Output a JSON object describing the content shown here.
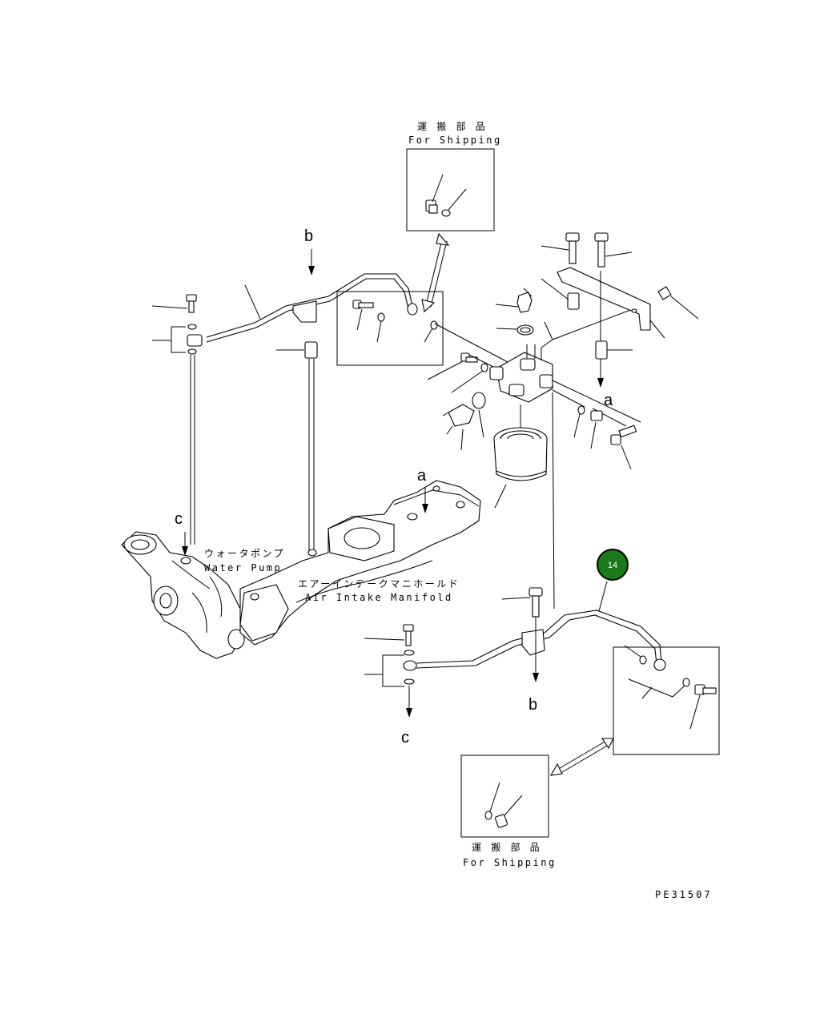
{
  "labels": {
    "shipping_top_jp": "運 搬 部 品",
    "shipping_top_en": "For Shipping",
    "shipping_bottom_jp": "運 搬 部 品",
    "shipping_bottom_en": "For Shipping",
    "water_pump_jp": "ウォータポンプ",
    "water_pump_en": "Water Pump",
    "intake_jp": "エアーインテークマニホールド",
    "intake_en": "Air Intake Manifold",
    "ref_a_top": "a",
    "ref_a_mid": "a",
    "ref_b_top": "b",
    "ref_b_bottom": "b",
    "ref_c_top": "c",
    "ref_c_bottom": "c",
    "drawing_code": "PE31507"
  },
  "callout": {
    "number": "14",
    "color": "#1a7a1a"
  }
}
